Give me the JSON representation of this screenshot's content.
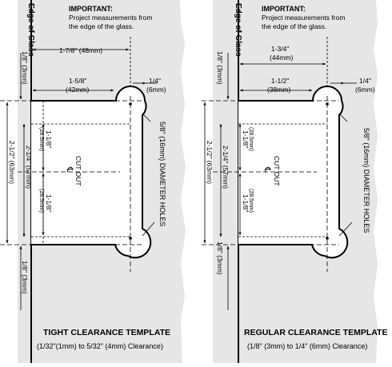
{
  "templates": [
    {
      "edge_label": "Edge of Glass",
      "important_title": "IMPORTANT:",
      "important_line1": "Project measurements from",
      "important_line2": "the edge of the glass.",
      "dim_top_width_line1": "1-7/8\" (48mm)",
      "dim_top_width_line2": "",
      "dim_inner_width_line1": "1-5/8\"",
      "dim_inner_width_line2": "(42mm)",
      "dim_hole_offset_line1": "1/4\"",
      "dim_hole_offset_line2": "(6mm)",
      "dim_top_left": "1/8\" (3mm)",
      "dim_bottom_left": "1/8\" (3mm)",
      "dim_overall": "2-1/2\" (63mm)",
      "dim_mid": "2-1/4\" (57mm)",
      "dim_upper_half": "1-1/8\"",
      "dim_upper_half_mm": "(28.5mm)",
      "dim_lower_half": "1-1/8\"",
      "dim_lower_half_mm": "(28.5mm)",
      "cutout_label": "CUT OUT",
      "centerline_symbol": "℄",
      "hole_label": "5/8\" (16mm) DIAMETER HOLES",
      "title": "TIGHT CLEARANCE TEMPLATE",
      "subtitle": "(1/32\"(1mm) to 5/32\" (4mm) Clearance)"
    },
    {
      "edge_label": "Edge of Glass",
      "important_title": "IMPORTANT:",
      "important_line1": "Project measurements from",
      "important_line2": "the edge of the glass.",
      "dim_top_width_line1": "1-3/4\"",
      "dim_top_width_line2": "(44mm)",
      "dim_inner_width_line1": "1-1/2\"",
      "dim_inner_width_line2": "(38mm)",
      "dim_hole_offset_line1": "1/4\"",
      "dim_hole_offset_line2": "(6mm)",
      "dim_top_left": "1/8\" (3mm)",
      "dim_bottom_left": "1/8\" (3mm)",
      "dim_overall": "2-1/2\" (63mm)",
      "dim_mid": "2-1/4\" (57mm)",
      "dim_upper_half": "1-1/8\"",
      "dim_upper_half_mm": "(28.5mm)",
      "dim_lower_half": "1-1/8\"",
      "dim_lower_half_mm": "(28.5mm)",
      "cutout_label": "CUT OUT",
      "centerline_symbol": "℄",
      "hole_label": "5/8\" (16mm) DIAMETER HOLES",
      "title": "REGULAR CLEARANCE TEMPLATE",
      "subtitle": "(1/8\" (3mm) to 1/4\" (6mm) Clearance)"
    }
  ],
  "colors": {
    "background": "#ffffff",
    "template_fill": "#e6e6e6",
    "line": "#000000"
  }
}
